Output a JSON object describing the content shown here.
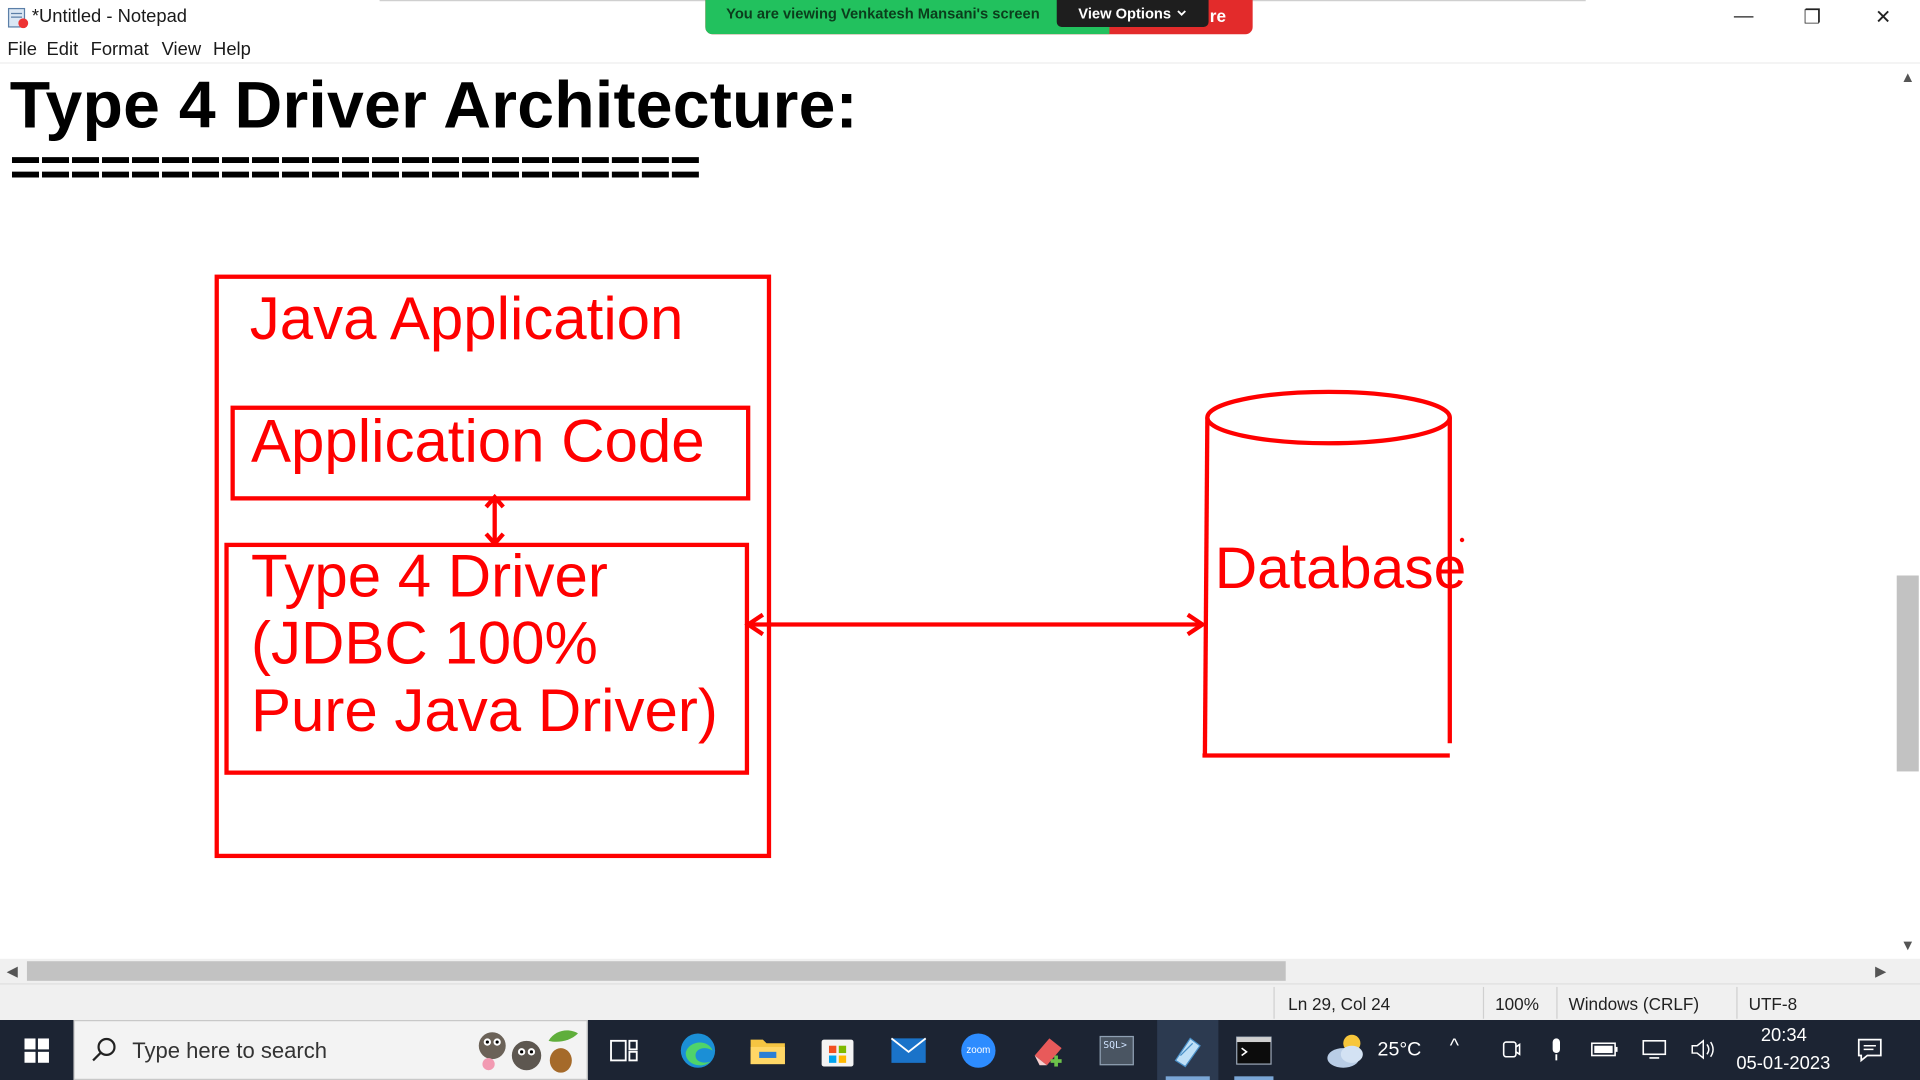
{
  "window": {
    "title": "*Untitled - Notepad",
    "minimize_glyph": "—",
    "maximize_glyph": "❐",
    "close_glyph": "✕"
  },
  "share_banner": {
    "text": "You are viewing Venkatesh Mansani's screen",
    "options_label": "View Options",
    "trailing_text": "re"
  },
  "menu": [
    "File",
    "Edit",
    "Format",
    "View",
    "Help"
  ],
  "document": {
    "heading": "Type 4 Driver Architecture:",
    "underline": "=======================",
    "diagram": {
      "outer_box_label": "Java Application",
      "inner_top_label": "Application Code",
      "driver_lines": [
        "Type 4 Driver",
        "(JDBC 100%",
        "Pure Java Driver)"
      ],
      "database_label": "Database",
      "stroke_color": "#ff0000"
    }
  },
  "status": {
    "position": "Ln 29, Col 24",
    "zoom": "100%",
    "line_endings": "Windows (CRLF)",
    "encoding": "UTF-8"
  },
  "taskbar": {
    "search_placeholder": "Type here to search",
    "weather_temp": "25°C",
    "time": "20:34",
    "date": "05-01-2023",
    "pinned_apps": [
      "task-view",
      "edge",
      "file-explorer",
      "microsoft-store",
      "mail",
      "zoom",
      "paint-app",
      "sql-app",
      "notepad",
      "command-prompt"
    ],
    "zoom_label": "zoom",
    "sql_label": "SQL>"
  }
}
